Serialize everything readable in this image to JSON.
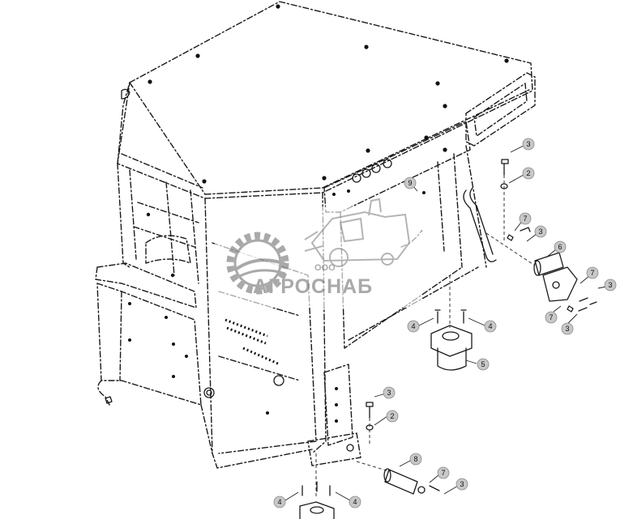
{
  "watermark": {
    "company_prefix": "ООО",
    "company_name": "АГРОСНАБ"
  },
  "callouts": [
    {
      "id": "c3a",
      "label": "3"
    },
    {
      "id": "c2a",
      "label": "2"
    },
    {
      "id": "c9",
      "label": "9"
    },
    {
      "id": "c7a",
      "label": "7"
    },
    {
      "id": "c3b",
      "label": "3"
    },
    {
      "id": "c6",
      "label": "6"
    },
    {
      "id": "c7b",
      "label": "7"
    },
    {
      "id": "c3c",
      "label": "3"
    },
    {
      "id": "c7c",
      "label": "7"
    },
    {
      "id": "c3d",
      "label": "3"
    },
    {
      "id": "c4a",
      "label": "4"
    },
    {
      "id": "c4b",
      "label": "4"
    },
    {
      "id": "c5",
      "label": "5"
    },
    {
      "id": "c3e",
      "label": "3"
    },
    {
      "id": "c2b",
      "label": "2"
    },
    {
      "id": "c8",
      "label": "8"
    },
    {
      "id": "c7d",
      "label": "7"
    },
    {
      "id": "c3f",
      "label": "3"
    },
    {
      "id": "c4c",
      "label": "4"
    },
    {
      "id": "c4d",
      "label": "4"
    }
  ],
  "colors": {
    "line": "#1a1a1a",
    "callout_fill": "#c8c8c8",
    "watermark": "#9b9b9b"
  }
}
